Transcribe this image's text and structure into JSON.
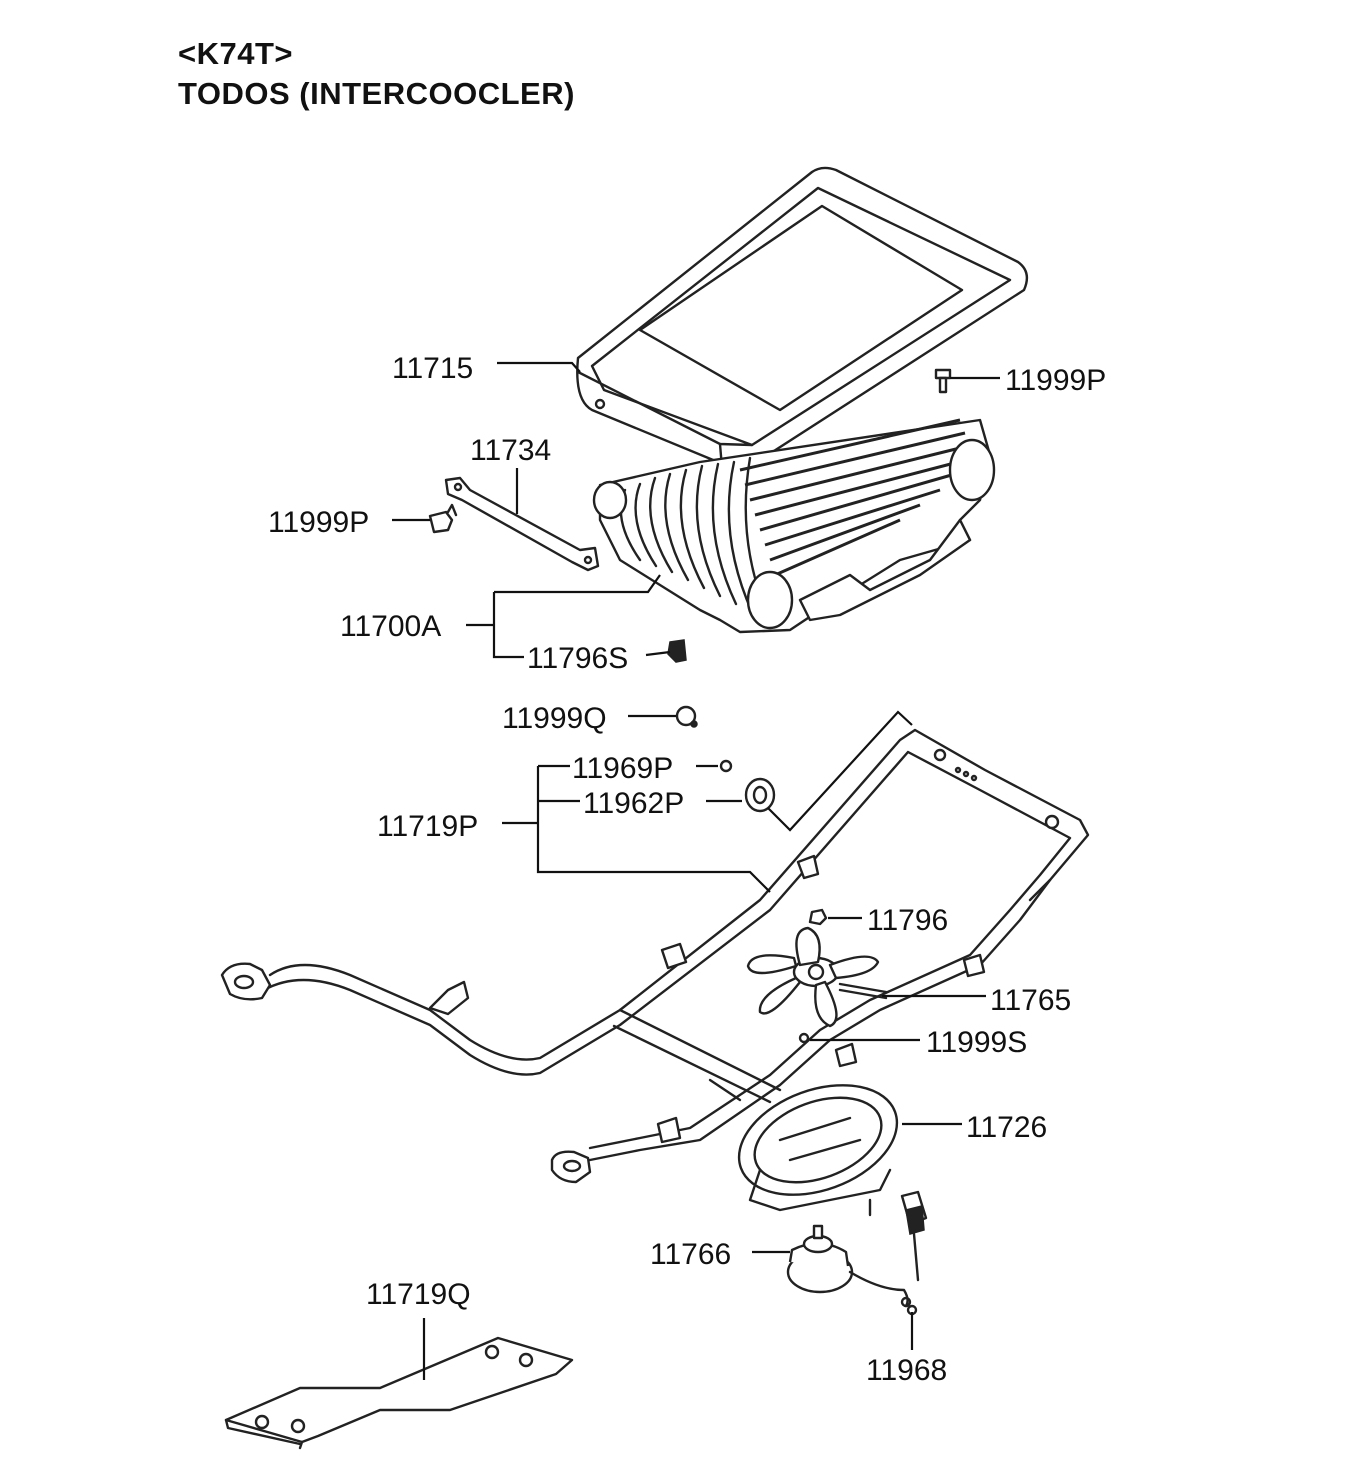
{
  "title": {
    "code": "<K74T>",
    "name": "TODOS (INTERCOOCLER)"
  },
  "callouts": {
    "c11715": "11715",
    "c11999P_a": "11999P",
    "c11734": "11734",
    "c11999P_b": "11999P",
    "c11700A": "11700A",
    "c11796S": "11796S",
    "c11999Q": "11999Q",
    "c11969P": "11969P",
    "c11962P": "11962P",
    "c11719P": "11719P",
    "c11796": "11796",
    "c11765": "11765",
    "c11999S": "11999S",
    "c11726": "11726",
    "c11766": "11766",
    "c11968": "11968",
    "c11719Q": "11719Q"
  }
}
